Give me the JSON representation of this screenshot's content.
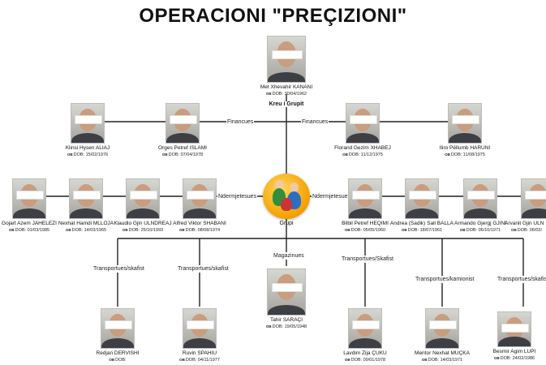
{
  "title": "OPERACIONI \"PREÇIZIONI\"",
  "dob_tag": "OB",
  "leader": {
    "name": "Met Xhevahir KANANI",
    "dob": "DOB: 30/04/1962",
    "role": "Kreu i Grupit"
  },
  "group": {
    "label": "Grupi"
  },
  "edge_labels": {
    "financues": "Financues",
    "ndermjetesues": "Ndermjetesues",
    "transportues_skafist": "Transportues/skafist",
    "transportues_Skafist": "Transportues/Skafist",
    "magazinues": "Magazinues",
    "transportues_kamionist": "Transportues/kamionist"
  },
  "financiers": [
    {
      "name": "Klinsi Hysen ALIAJ",
      "dob": "DOB: 15/02/1976"
    },
    {
      "name": "Orges Petref ISLAMI",
      "dob": "DOB: 07/04/1978"
    },
    {
      "name": "Florand Gezim XHABEJ",
      "dob": "DOB: 11/12/1975"
    },
    {
      "name": "Iliro Pëllumb HARUNI",
      "dob": "DOB: 11/08/1975"
    }
  ],
  "intermediaries_left": [
    {
      "name": "Gojart Azem JAHELEZI",
      "dob": "DOB: 01/03/1985"
    },
    {
      "name": "Nexhat Hamdi MLLOJA",
      "dob": "DOB: 14/03/1965"
    },
    {
      "name": "Klaudio Gjin ULNDREAJ",
      "dob": "DOB: 25/10/1993"
    },
    {
      "name": "Alfred Viktor SHABANI",
      "dob": "DOB: 08/08/1974"
    }
  ],
  "intermediaries_right": [
    {
      "name": "Bilbil Petref HEQIMI",
      "dob": "DOB: 05/05/1960"
    },
    {
      "name": "Andrea (Sadik) Sali BALLA",
      "dob": "DOB: 18/07/1961"
    },
    {
      "name": "Armando Gjergj GJINI",
      "dob": "DOB: 06/10/1971"
    },
    {
      "name": "Arvanit Gjin ULN",
      "dob": "DOB: 06/02/"
    }
  ],
  "bottom": [
    {
      "name": "Redjan DERVISHI",
      "dob": "DOB:"
    },
    {
      "name": "Ruvin SPAHIU",
      "dob": "DOB: 04/11/1977"
    },
    {
      "name": "Tahir SARAÇI",
      "dob": "DOB: 19/05/1948"
    },
    {
      "name": "Lavdim Zija ÇUKU",
      "dob": "DOB: 09/01/1978"
    },
    {
      "name": "Mentor Nexhat MUÇKA",
      "dob": "DOB: 14/03/1971"
    },
    {
      "name": "Besmir Agim LUPI",
      "dob": "DOB: 24/02/1986"
    }
  ]
}
